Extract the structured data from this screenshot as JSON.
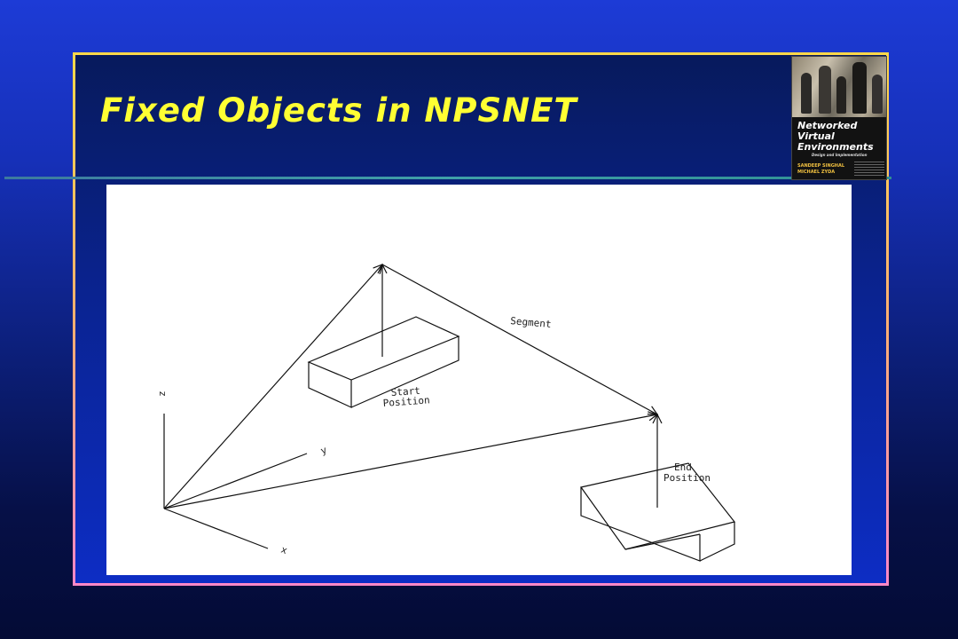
{
  "slide": {
    "title": "Fixed Objects in NPSNET"
  },
  "book_cover": {
    "title_lines": [
      "Networked",
      "Virtual",
      "Environments"
    ],
    "subtitle": "Design and Implementation",
    "authors": [
      "SANDEEP SINGHAL",
      "MICHAEL ZYDA"
    ]
  },
  "diagram": {
    "labels": {
      "segment": "Segment",
      "start_line1": "Start",
      "start_line2": "Position",
      "end_line1": "End",
      "end_line2": "Position",
      "axis_z": "z",
      "axis_y": "y",
      "axis_x": "x"
    },
    "colors": {
      "stroke": "#111111",
      "background": "#ffffff"
    }
  }
}
